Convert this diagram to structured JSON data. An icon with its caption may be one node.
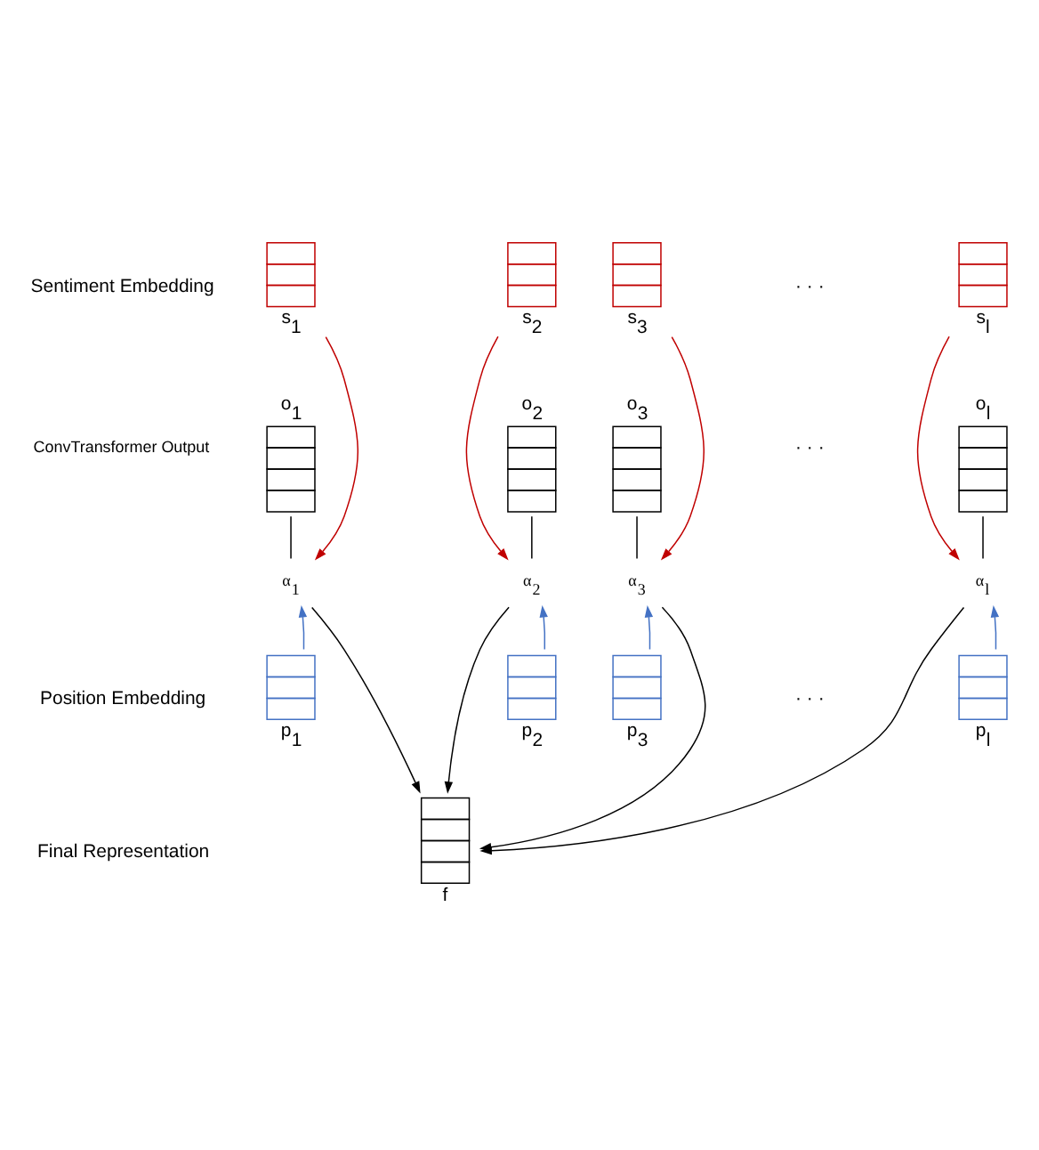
{
  "diagram": {
    "nodes": [
      {
        "text": [
          "s$_{1}$"
        ]
      },
      {
        "text": [
          "s$_{2}$"
        ]
      },
      {
        "text": [
          "s$_{3}$"
        ]
      },
      {
        "text": [
          "s$_{l}$"
        ]
      },
      {
        "text": [
          "o$_{1}$"
        ]
      },
      {
        "text": [
          "o$_{2}$"
        ]
      },
      {
        "text": [
          "o$_{3}$"
        ]
      },
      {
        "text": [
          "o$_{l}$"
        ]
      },
      {
        "text": [
          "α$_{1}$"
        ]
      },
      {
        "text": [
          "α$_{2}$"
        ]
      },
      {
        "text": [
          "α$_{3}$"
        ]
      },
      {
        "text": [
          "α$_{l}$"
        ]
      },
      {
        "text": [
          "p$_{1}$"
        ]
      },
      {
        "text": [
          "p$_{2}$"
        ]
      },
      {
        "text": [
          "p$_{3}$"
        ]
      },
      {
        "text": [
          "p$_{l}$"
        ]
      },
      {
        "text": [
          "f"
        ]
      }
    ],
    "edges": [
      {
        "from": 0,
        "to": 8,
        "arrow": "to",
        "color": "#c00000"
      },
      {
        "from": 1,
        "to": 9,
        "arrow": "to",
        "color": "#c00000"
      },
      {
        "from": 2,
        "to": 10,
        "arrow": "to",
        "color": "#c00000"
      },
      {
        "from": 3,
        "to": 11,
        "arrow": "to",
        "color": "#c00000"
      },
      {
        "from": 12,
        "to": 8,
        "arrow": "to",
        "color": "#4472c4"
      },
      {
        "from": 13,
        "to": 9,
        "arrow": "to",
        "color": "#4472c4"
      },
      {
        "from": 14,
        "to": 10,
        "arrow": "to",
        "color": "#4472c4"
      },
      {
        "from": 15,
        "to": 11,
        "arrow": "to",
        "color": "#4472c4"
      },
      {
        "from": 4,
        "to": 8,
        "arrow": "none"
      },
      {
        "from": 5,
        "to": 9,
        "arrow": "none"
      },
      {
        "from": 6,
        "to": 10,
        "arrow": "none"
      },
      {
        "from": 7,
        "to": 11,
        "arrow": "none"
      },
      {
        "from": 8,
        "to": 16,
        "arrow": "to"
      },
      {
        "from": 9,
        "to": 16,
        "arrow": "to"
      },
      {
        "from": 10,
        "to": 16,
        "arrow": "to"
      },
      {
        "from": 11,
        "to": 16,
        "arrow": "to"
      }
    ],
    "labels": [
      "Sentiment Embedding",
      "· · ·",
      "ConvTransformer Output",
      "· · ·",
      "Position Embedding",
      "· · ·",
      "Final Representation"
    ]
  }
}
